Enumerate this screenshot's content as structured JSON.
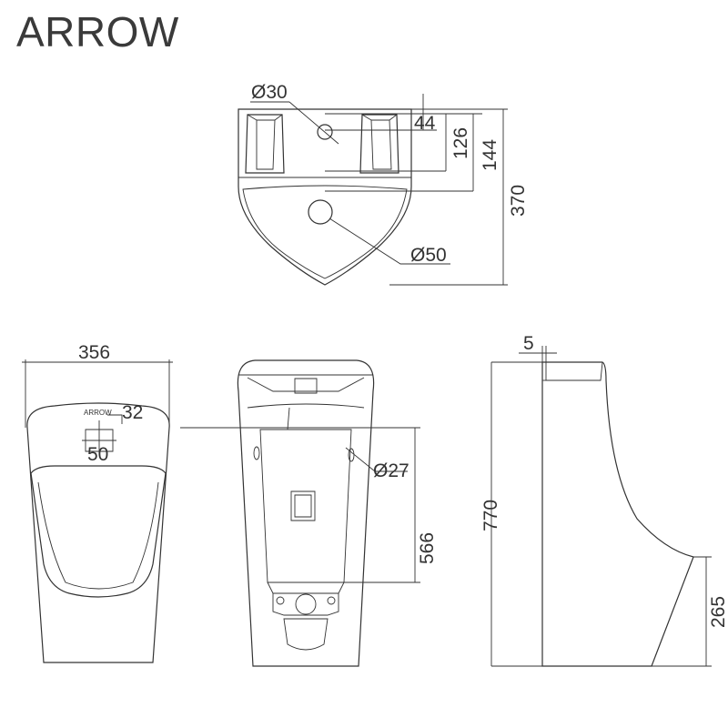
{
  "brand": {
    "name": "ARROW",
    "logo_small": "ARROW"
  },
  "top_view": {
    "hole_inlet": "Ø30",
    "hole_outlet": "Ø50",
    "dim_44": "44",
    "dim_126": "126",
    "dim_144": "144",
    "dim_370": "370"
  },
  "front_view": {
    "width": "356",
    "dim_32": "32",
    "dim_50": "50"
  },
  "back_view": {
    "hole": "Ø27",
    "height": "566"
  },
  "side_view": {
    "dim_5": "5",
    "height": "770",
    "outlet_height": "265"
  }
}
